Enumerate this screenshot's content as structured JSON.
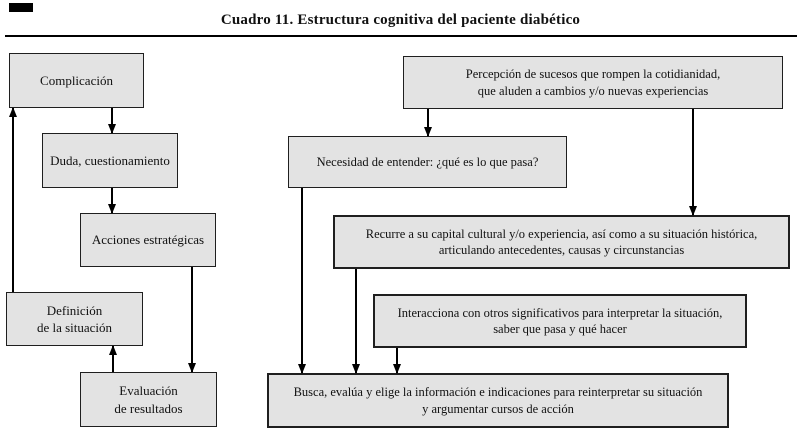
{
  "title": "Cuadro 11. Estructura cognitiva del paciente diabético",
  "colors": {
    "box_fill": "#e3e3e3",
    "box_border": "#1f1f1f",
    "text": "#111111",
    "arrow": "#000000"
  },
  "left_flow": {
    "complicacion": {
      "label": "Complicación"
    },
    "duda": {
      "label": "Duda, cuestionamiento"
    },
    "acciones": {
      "label": "Acciones estratégicas"
    },
    "definicion": {
      "line1": "Definición",
      "line2": "de la situación"
    },
    "evaluacion": {
      "line1": "Evaluación",
      "line2": "de resultados"
    }
  },
  "right_flow": {
    "percepcion": {
      "line1": "Percepción de sucesos que rompen la cotidianidad,",
      "line2": "que aluden a cambios y/o nuevas experiencias"
    },
    "necesidad": {
      "label": "Necesidad de entender: ¿qué es lo que pasa?"
    },
    "recurre": {
      "line1": "Recurre a su capital cultural y/o experiencia, así como a su situación histórica,",
      "line2": "articulando antecedentes, causas y circunstancias"
    },
    "interacciona": {
      "line1": "Interacciona con otros significativos para interpretar la situación,",
      "line2": "saber que pasa y qué hacer"
    },
    "busca": {
      "line1": "Busca, evalúa y elige la información e indicaciones para reinterpretar su situación",
      "line2": "y argumentar cursos de acción"
    }
  }
}
